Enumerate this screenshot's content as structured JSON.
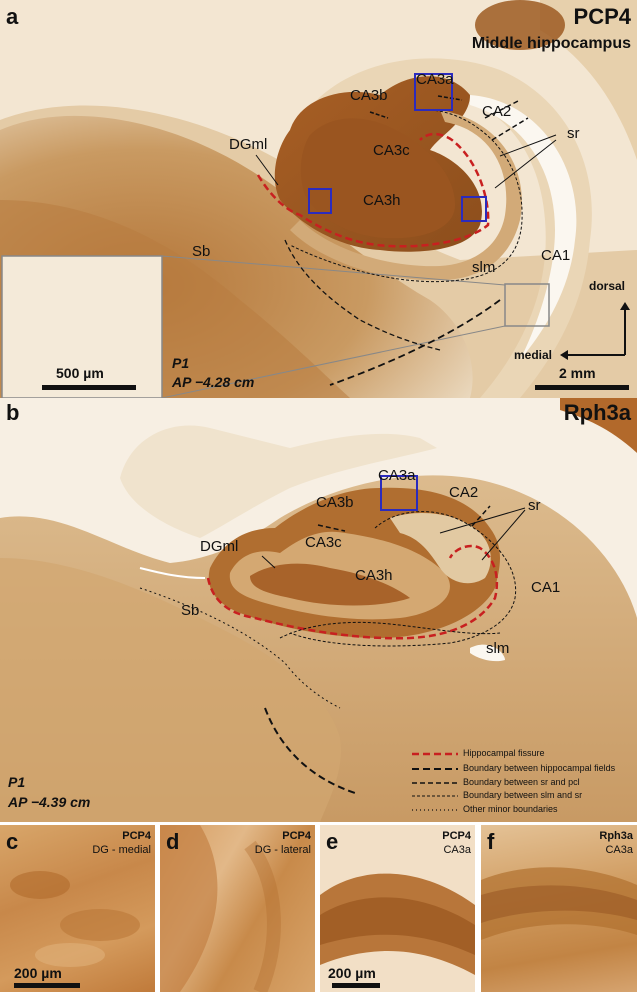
{
  "colors": {
    "background": "#f3e8d8",
    "tissue_light": "#e8d4b2",
    "tissue_mid": "#c9985c",
    "tissue_dark": "#a8652a",
    "fissure": "#c82020",
    "boundary": "#111111",
    "inset_box": "#2b2bbd",
    "zoom_box": "#777777"
  },
  "panel_a": {
    "letter": "a",
    "title": "PCP4",
    "subtitle": "Middle hippocampus",
    "labels": {
      "ca3a": "CA3a",
      "ca3b": "CA3b",
      "ca2": "CA2",
      "sr": "sr",
      "ca3c": "CA3c",
      "dgml": "DGml",
      "ca3h": "CA3h",
      "sb": "Sb",
      "slm": "slm",
      "ca1": "CA1"
    },
    "meta_p1": "P1",
    "meta_ap": "AP −4.28 cm",
    "inset_scale": "500 µm",
    "scale": "2 mm",
    "orientation": {
      "dorsal": "dorsal",
      "medial": "medial"
    }
  },
  "panel_b": {
    "letter": "b",
    "title": "Rph3a",
    "labels": {
      "ca3a": "CA3a",
      "ca3b": "CA3b",
      "ca2": "CA2",
      "sr": "sr",
      "ca3c": "CA3c",
      "dgml": "DGml",
      "ca3h": "CA3h",
      "sb": "Sb",
      "slm": "slm",
      "ca1": "CA1"
    },
    "meta_p1": "P1",
    "meta_ap": "AP −4.39 cm",
    "legend": [
      {
        "label": "Hippocampal fissure",
        "style": "fissure"
      },
      {
        "label": "Boundary between hippocampal fields",
        "style": "heavy"
      },
      {
        "label": "Boundary between sr and pcl",
        "style": "medium"
      },
      {
        "label": "Boundary between slm and sr",
        "style": "light"
      },
      {
        "label": "Other minor boundaries",
        "style": "dotted"
      }
    ]
  },
  "panels_small": [
    {
      "letter": "c",
      "marker": "PCP4",
      "region": "DG - medial",
      "scale": "200 µm"
    },
    {
      "letter": "d",
      "marker": "PCP4",
      "region": "DG - lateral"
    },
    {
      "letter": "e",
      "marker": "PCP4",
      "region": "CA3a",
      "scale": "200 µm"
    },
    {
      "letter": "f",
      "marker": "Rph3a",
      "region": "CA3a"
    }
  ]
}
